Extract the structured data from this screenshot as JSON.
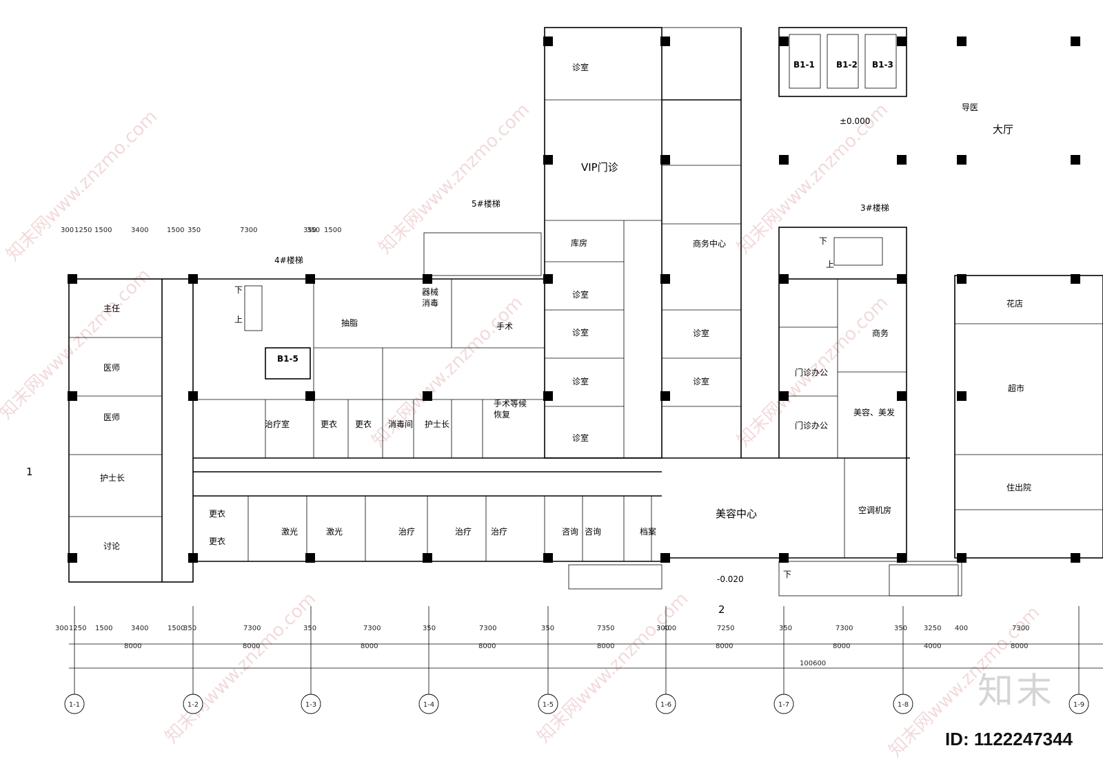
{
  "rooms": {
    "vip_outpatient": "VIP门诊",
    "hall": "大厅",
    "beauty_center": "美容中心",
    "stair_5": "5#楼梯",
    "stair_4": "4#楼梯",
    "stair_3": "3#楼梯",
    "director": "主任",
    "doctor_1": "医师",
    "doctor_2": "医师",
    "head_nurse_1": "护士长",
    "discussion": "讨论",
    "liposuction": "抽脂",
    "equipment_disinfect": "器械\n消毒",
    "surgery": "手术",
    "surgery_wait": "手术等候\n恢复",
    "treatment_room": "治疗室",
    "changing_1": "更衣",
    "changing_2": "更衣",
    "disinfect_room": "消毒间",
    "head_nurse_2": "护士长",
    "storage": "库房",
    "business_center": "商务中心",
    "consult_room": "诊室",
    "clinic_office": "门诊办公",
    "business": "商务",
    "beauty_hair": "美容、美发",
    "flower_shop": "花店",
    "supermarket": "超市",
    "admission": "住出院",
    "ac_room": "空调机房",
    "laser": "激光",
    "treatment": "治疗",
    "consult": "咨询",
    "archive": "档案",
    "changing_small": "更衣",
    "guide": "导医"
  },
  "labels": {
    "elev_b1_1": "B1-1",
    "elev_b1_2": "B1-2",
    "elev_b1_3": "B1-3",
    "elev_b1_5": "B1-5",
    "level_zero": "±0.000",
    "level_neg": "-0.020",
    "up": "上",
    "down": "下",
    "section_1": "1",
    "section_2": "2"
  },
  "dims_top": [
    "300",
    "1250",
    "1500",
    "3400",
    "1500",
    "350",
    "7300",
    "350",
    "350",
    "1500"
  ],
  "dims_bottom_1": [
    "300",
    "1250",
    "1500",
    "3400",
    "1500",
    "350",
    "7300",
    "350",
    "7300",
    "350",
    "7300",
    "350",
    "7350",
    "300",
    "400",
    "7250",
    "350",
    "7300",
    "350",
    "3250",
    "400",
    "7300"
  ],
  "dims_bottom_2": [
    "8000",
    "8000",
    "8000",
    "8000",
    "8000",
    "8000",
    "8000",
    "4000",
    "8000"
  ],
  "dims_total": "100600",
  "axes": [
    "1-1",
    "1-2",
    "1-3",
    "1-4",
    "1-5",
    "1-6",
    "1-7",
    "1-8",
    "1-9"
  ],
  "watermark": "知末网www.znzmo.com",
  "brand": "知末",
  "id_text": "ID: 1122247344"
}
